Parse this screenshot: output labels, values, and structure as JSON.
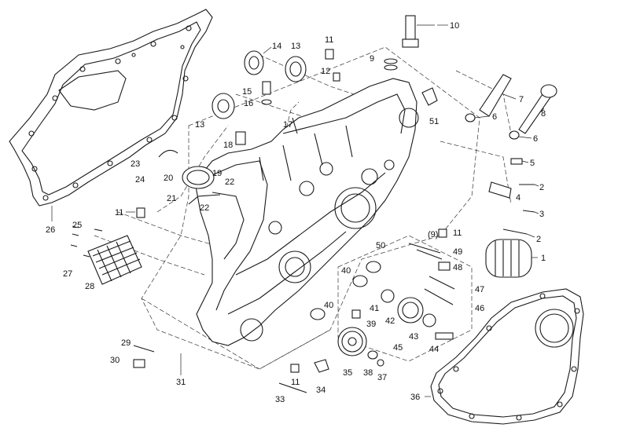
{
  "diagram": {
    "callouts": [
      {
        "id": "c1",
        "label": "1"
      },
      {
        "id": "c2a",
        "label": "2"
      },
      {
        "id": "c2b",
        "label": "2"
      },
      {
        "id": "c3",
        "label": "3"
      },
      {
        "id": "c4",
        "label": "4"
      },
      {
        "id": "c5",
        "label": "5"
      },
      {
        "id": "c6a",
        "label": "6"
      },
      {
        "id": "c6b",
        "label": "6"
      },
      {
        "id": "c7",
        "label": "7"
      },
      {
        "id": "c8",
        "label": "8"
      },
      {
        "id": "c9a",
        "label": "9"
      },
      {
        "id": "c9b",
        "label": "(9)"
      },
      {
        "id": "c10",
        "label": "10"
      },
      {
        "id": "c11a",
        "label": "11"
      },
      {
        "id": "c11b",
        "label": "11"
      },
      {
        "id": "c11c",
        "label": "11"
      },
      {
        "id": "c11d",
        "label": "11"
      },
      {
        "id": "c12",
        "label": "12"
      },
      {
        "id": "c13a",
        "label": "13"
      },
      {
        "id": "c13b",
        "label": "13"
      },
      {
        "id": "c14",
        "label": "14"
      },
      {
        "id": "c15",
        "label": "15"
      },
      {
        "id": "c16",
        "label": "16"
      },
      {
        "id": "c17",
        "label": "17"
      },
      {
        "id": "c18",
        "label": "18"
      },
      {
        "id": "c19",
        "label": "19"
      },
      {
        "id": "c20",
        "label": "20"
      },
      {
        "id": "c21",
        "label": "21"
      },
      {
        "id": "c22a",
        "label": "22"
      },
      {
        "id": "c22b",
        "label": "22"
      },
      {
        "id": "c23",
        "label": "23"
      },
      {
        "id": "c24",
        "label": "24"
      },
      {
        "id": "c25",
        "label": "25"
      },
      {
        "id": "c26",
        "label": "26"
      },
      {
        "id": "c27",
        "label": "27"
      },
      {
        "id": "c28",
        "label": "28"
      },
      {
        "id": "c29",
        "label": "29"
      },
      {
        "id": "c30",
        "label": "30"
      },
      {
        "id": "c31",
        "label": "31"
      },
      {
        "id": "c33",
        "label": "33"
      },
      {
        "id": "c34",
        "label": "34"
      },
      {
        "id": "c35",
        "label": "35"
      },
      {
        "id": "c36",
        "label": "36"
      },
      {
        "id": "c37",
        "label": "37"
      },
      {
        "id": "c38",
        "label": "38"
      },
      {
        "id": "c39",
        "label": "39"
      },
      {
        "id": "c40a",
        "label": "40"
      },
      {
        "id": "c40b",
        "label": "40"
      },
      {
        "id": "c41",
        "label": "41"
      },
      {
        "id": "c42",
        "label": "42"
      },
      {
        "id": "c43",
        "label": "43"
      },
      {
        "id": "c44",
        "label": "44"
      },
      {
        "id": "c45",
        "label": "45"
      },
      {
        "id": "c46",
        "label": "46"
      },
      {
        "id": "c47",
        "label": "47"
      },
      {
        "id": "c48",
        "label": "48"
      },
      {
        "id": "c49",
        "label": "49"
      },
      {
        "id": "c50",
        "label": "50"
      },
      {
        "id": "c51",
        "label": "51"
      }
    ]
  }
}
